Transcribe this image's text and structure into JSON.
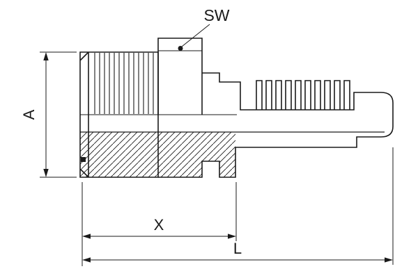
{
  "drawing": {
    "type": "technical-drawing",
    "callouts": {
      "sw_label": "SW",
      "dim_a_label": "A",
      "dim_x_label": "X",
      "dim_l_label": "L"
    },
    "colors": {
      "line": "#1a1a1a",
      "background": "#ffffff"
    }
  }
}
